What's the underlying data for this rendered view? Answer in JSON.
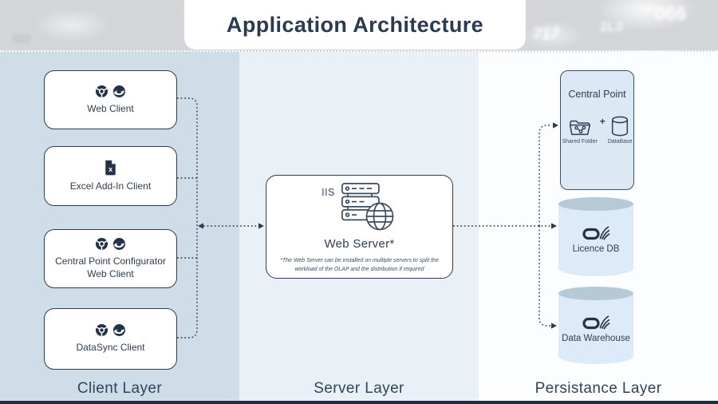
{
  "title": "Application Architecture",
  "colors": {
    "accent_navy": "#2e3c50",
    "client_column_bg": "#cfdde8",
    "server_column_bg": "#e9f1f6",
    "persistence_column_bg": "#fcfdfe",
    "central_point_fill": "#dce8f4",
    "cylinder_top": "#b5c9d6",
    "cylinder_body": "#dcebf7"
  },
  "band": {
    "noise": [
      {
        "text": "717"
      },
      {
        "text": "2L0"
      },
      {
        "text": "066"
      },
      {
        "text": "CLEB"
      },
      {
        "text": "011"
      }
    ]
  },
  "client_layer": {
    "label": "Client Layer",
    "boxes": [
      {
        "label": "Web Client",
        "icons": [
          "chrome-browser-icon",
          "edge-browser-icon"
        ]
      },
      {
        "label": "Excel Add-In Client",
        "icons": [
          "excel-file-icon"
        ]
      },
      {
        "label": "Central Point Configurator Web Client",
        "icons": [
          "chrome-browser-icon",
          "edge-browser-icon"
        ]
      },
      {
        "label": "DataSync Client",
        "icons": [
          "chrome-browser-icon",
          "edge-browser-icon"
        ]
      }
    ]
  },
  "server_layer": {
    "label": "Server Layer",
    "web_server": {
      "service_label": "IIS",
      "title": "Web Server*",
      "footnote": "*The Web Server can be installed on multiple servers to split the workload of the OLAP and the distribution if required"
    }
  },
  "persistence_layer": {
    "label": "Persistance Layer",
    "central_point": {
      "title": "Central Point",
      "shared_folder_label": "Shared Folder",
      "plus": "+",
      "database_label": "DataBase"
    },
    "licence_db": {
      "label": "Licence DB"
    },
    "data_warehouse": {
      "label": "Data Warehouse"
    }
  }
}
